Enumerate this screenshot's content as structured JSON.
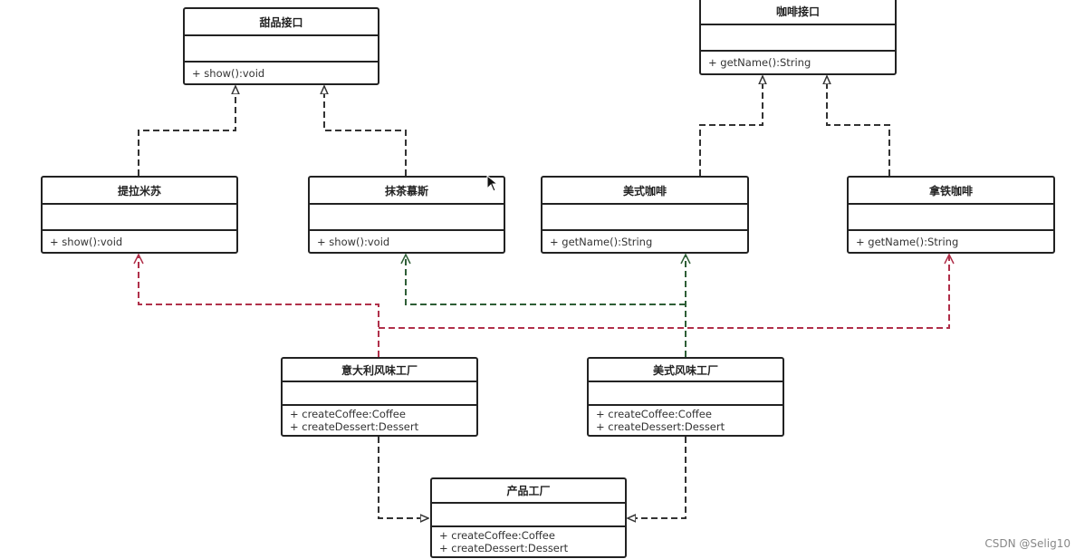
{
  "classes": {
    "dessert_interface": {
      "name": "甜品接口",
      "ops": [
        "+ show():void"
      ]
    },
    "coffee_interface": {
      "name": "咖啡接口",
      "ops": [
        "+ getName():String"
      ]
    },
    "tiramisu": {
      "name": "提拉米苏",
      "ops": [
        "+ show():void"
      ]
    },
    "matcha_mousse": {
      "name": "抹茶慕斯",
      "ops": [
        "+ show():void"
      ]
    },
    "american_coffee": {
      "name": "美式咖啡",
      "ops": [
        "+ getName():String"
      ]
    },
    "latte": {
      "name": "拿铁咖啡",
      "ops": [
        "+ getName():String"
      ]
    },
    "italian_factory": {
      "name": "意大利风味工厂",
      "ops": [
        "+ createCoffee:Coffee",
        "+ createDessert:Dessert"
      ]
    },
    "american_factory": {
      "name": "美式风味工厂",
      "ops": [
        "+ createCoffee:Coffee",
        "+ createDessert:Dessert"
      ]
    },
    "product_factory": {
      "name": "产品工厂",
      "ops": [
        "+ createCoffee:Coffee",
        "+ createDessert:Dessert"
      ]
    }
  },
  "colors": {
    "line": "#333333",
    "italian_dependency": "#b0304a",
    "american_dependency": "#2e5e36"
  },
  "watermark": "CSDN @Selig10"
}
